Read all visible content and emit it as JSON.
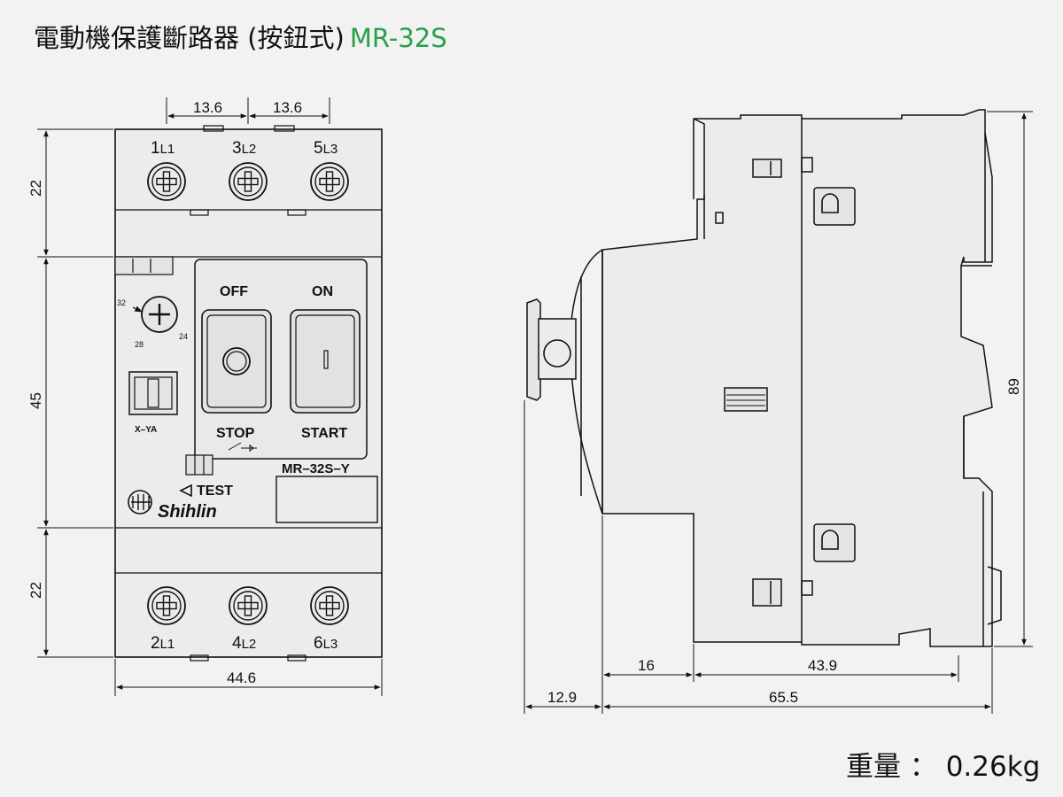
{
  "title": {
    "text": "電動機保護斷路器 (按鈕式)",
    "model": "MR-32S"
  },
  "weight": "重量 ： 0.26kg",
  "colors": {
    "model_text": "#2aa04a",
    "line": "#111111",
    "fill": "#ebebeb",
    "background": "#f2f2f2"
  },
  "front_view": {
    "dims": {
      "pitch_left": "13.6",
      "pitch_right": "13.6",
      "height_top": "22",
      "height_mid": "45",
      "height_bottom": "22",
      "width": "44.6"
    },
    "terminals_top": [
      {
        "num": "1",
        "sub": "L1"
      },
      {
        "num": "3",
        "sub": "L2"
      },
      {
        "num": "5",
        "sub": "L3"
      }
    ],
    "terminals_bottom": [
      {
        "num": "2",
        "sub": "L1"
      },
      {
        "num": "4",
        "sub": "L2"
      },
      {
        "num": "6",
        "sub": "L3"
      }
    ],
    "dial_marks": {
      "top": "32",
      "left": "28",
      "right": "24"
    },
    "xya_label": "X–YA",
    "off_label": "OFF",
    "on_label": "ON",
    "stop_label": "STOP",
    "start_label": "START",
    "test_label": "TEST",
    "model_plate": "MR–32S–Y",
    "brand": "Shihlin"
  },
  "side_view": {
    "dims": {
      "height": "89",
      "d1": "16",
      "d2": "43.9",
      "d3": "12.9",
      "d4": "65.5"
    }
  }
}
